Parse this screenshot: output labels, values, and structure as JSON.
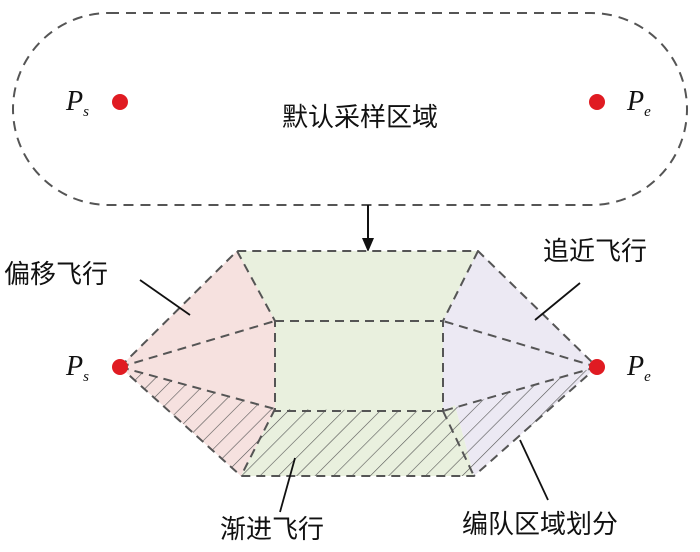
{
  "colors": {
    "point": "#e01b22",
    "dash": "#555555",
    "offset_fill": "#f6e1df",
    "approach_fill": "#ece9f3",
    "formation_fill": "#e9f0de",
    "hatch": "#555555",
    "text": "#111111"
  },
  "labels": {
    "default_region": "默认采样区域",
    "offset_flight": "偏移飞行",
    "approach_flight": "追近飞行",
    "gradual_flight": "渐进飞行",
    "formation_division": "编队区域划分"
  },
  "points": {
    "start": {
      "main": "P",
      "sub": "s"
    },
    "end": {
      "main": "P",
      "sub": "e"
    }
  }
}
